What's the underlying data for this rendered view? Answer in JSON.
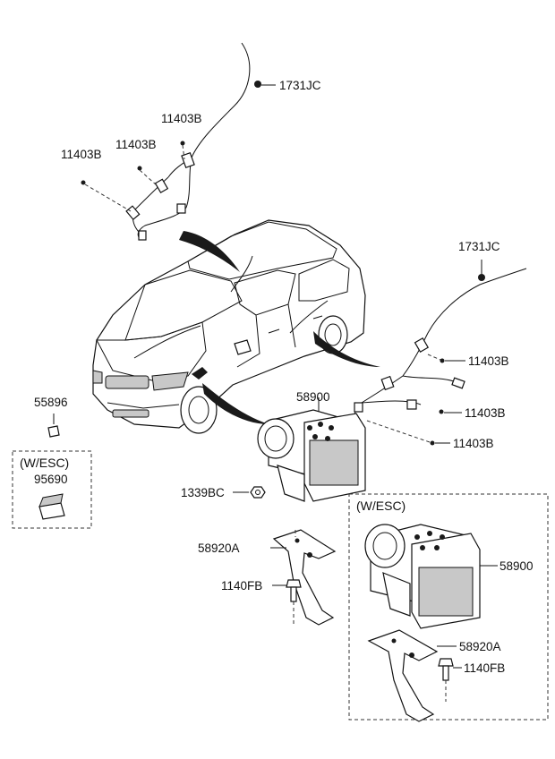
{
  "labels": {
    "p1731jc_top": "1731JC",
    "p11403b_a": "11403B",
    "p11403b_b": "11403B",
    "p11403b_c": "11403B",
    "p1731jc_right": "1731JC",
    "p11403b_r1": "11403B",
    "p11403b_r2": "11403B",
    "p11403b_r3": "11403B",
    "p55896": "55896",
    "p95690": "95690",
    "p58900": "58900",
    "p1339bc": "1339BC",
    "p58920a": "58920A",
    "p1140fb": "1140FB",
    "p58900_esc": "58900",
    "p58920a_esc": "58920A",
    "p1140fb_esc": "1140FB"
  },
  "esc_boxes": {
    "left_title": "(W/ESC)",
    "right_title": "(W/ESC)"
  }
}
